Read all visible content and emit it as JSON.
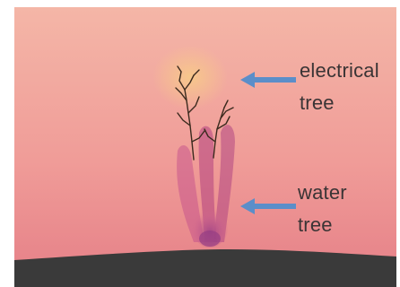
{
  "labels": {
    "electrical_tree": {
      "line1": "electrical",
      "line2": "tree"
    },
    "water_tree": {
      "line1": "water",
      "line2": "tree"
    }
  },
  "colors": {
    "background_top": "#f3b3a6",
    "background_bottom": "#e8868a",
    "arrow": "#5b8ec9",
    "conductor": "#3a3a3a",
    "water_tree": "#b0457c",
    "electrical_tree": "#3b2a1e"
  }
}
